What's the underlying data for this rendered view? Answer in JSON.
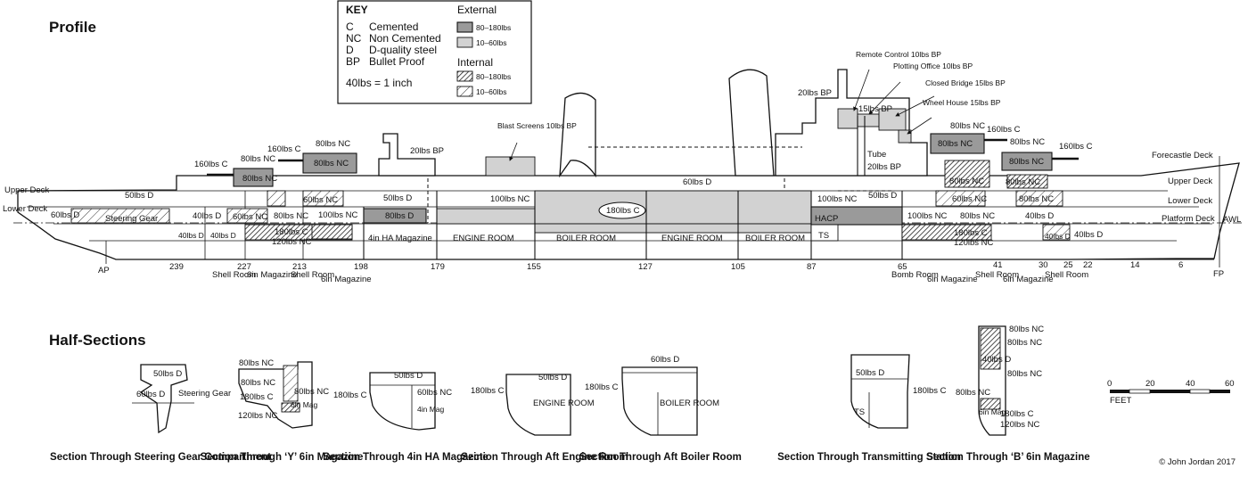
{
  "titles": {
    "profile": "Profile",
    "half_sections": "Half-Sections"
  },
  "key": {
    "title": "KEY",
    "codes": [
      {
        "code": "C",
        "meaning": "Cemented"
      },
      {
        "code": "NC",
        "meaning": "Non Cemented"
      },
      {
        "code": "D",
        "meaning": "D-quality steel"
      },
      {
        "code": "BP",
        "meaning": "Bullet Proof"
      }
    ],
    "scale_note": "40lbs = 1 inch",
    "external": "External",
    "internal": "Internal",
    "heavy": "80–180lbs",
    "light": "10–60lbs"
  },
  "decks": {
    "upper": "Upper Deck",
    "lower": "Lower Deck",
    "forecastle": "Forecastle Deck",
    "platform": "Platform Deck",
    "awl": "AWL"
  },
  "frames": [
    "AP",
    "239",
    "227",
    "213",
    "198",
    "179",
    "155",
    "127",
    "105",
    "87",
    "65",
    "41",
    "30",
    "25",
    "22",
    "14",
    "6",
    "FP"
  ],
  "compartments": {
    "shell_room": "Shell Room",
    "six_in_magazine": "6in Magazine",
    "bomb_room": "Bomb Room",
    "engine_room": "ENGINE ROOM",
    "boiler_room": "BOILER ROOM",
    "ha_magazine": "4in HA Magazine",
    "steering_gear": "Steering Gear",
    "hacp": "HACP",
    "ts": "TS",
    "tube": "Tube",
    "remote_control": "Remote Control 10lbs BP",
    "plotting_office": "Plotting Office 10lbs BP",
    "closed_bridge": "Closed Bridge 15lbs BP",
    "wheel_house": "Wheel House 15lbs BP",
    "blast_screens": "Blast Screens 10lbs BP"
  },
  "armour": {
    "a60D": "60lbs D",
    "a50D": "50lbs D",
    "a40D": "40lbs D",
    "a80NC": "80lbs NC",
    "a160C": "160lbs C",
    "a180C": "180lbs C",
    "a120NC": "120lbs NC",
    "a100NC": "100lbs NC",
    "a60NC": "60lbs NC",
    "a80D": "80lbs D",
    "a20BP": "20lbs BP",
    "a15BP": "15lbs BP"
  },
  "half_section_texts": {
    "steering": "Steering Gear",
    "six_mag": "6in Mag",
    "four_mag": "4in Mag",
    "engine": "ENGINE ROOM",
    "boiler": "BOILER ROOM",
    "ts": "TS"
  },
  "captions": [
    "Section Through Steering Gear Compartment",
    "Section Through ‘Y’ 6in Magazine",
    "Section Through 4in HA Magazine",
    "Section Through Aft Engine Room",
    "Section Through Aft Boiler Room",
    "Section Through Transmitting Station",
    "Section Through ‘B’ 6in Magazine"
  ],
  "scale_bar": {
    "unit": "FEET",
    "ticks": [
      "0",
      "20",
      "40",
      "60"
    ]
  },
  "copyright": "© John Jordan 2017"
}
